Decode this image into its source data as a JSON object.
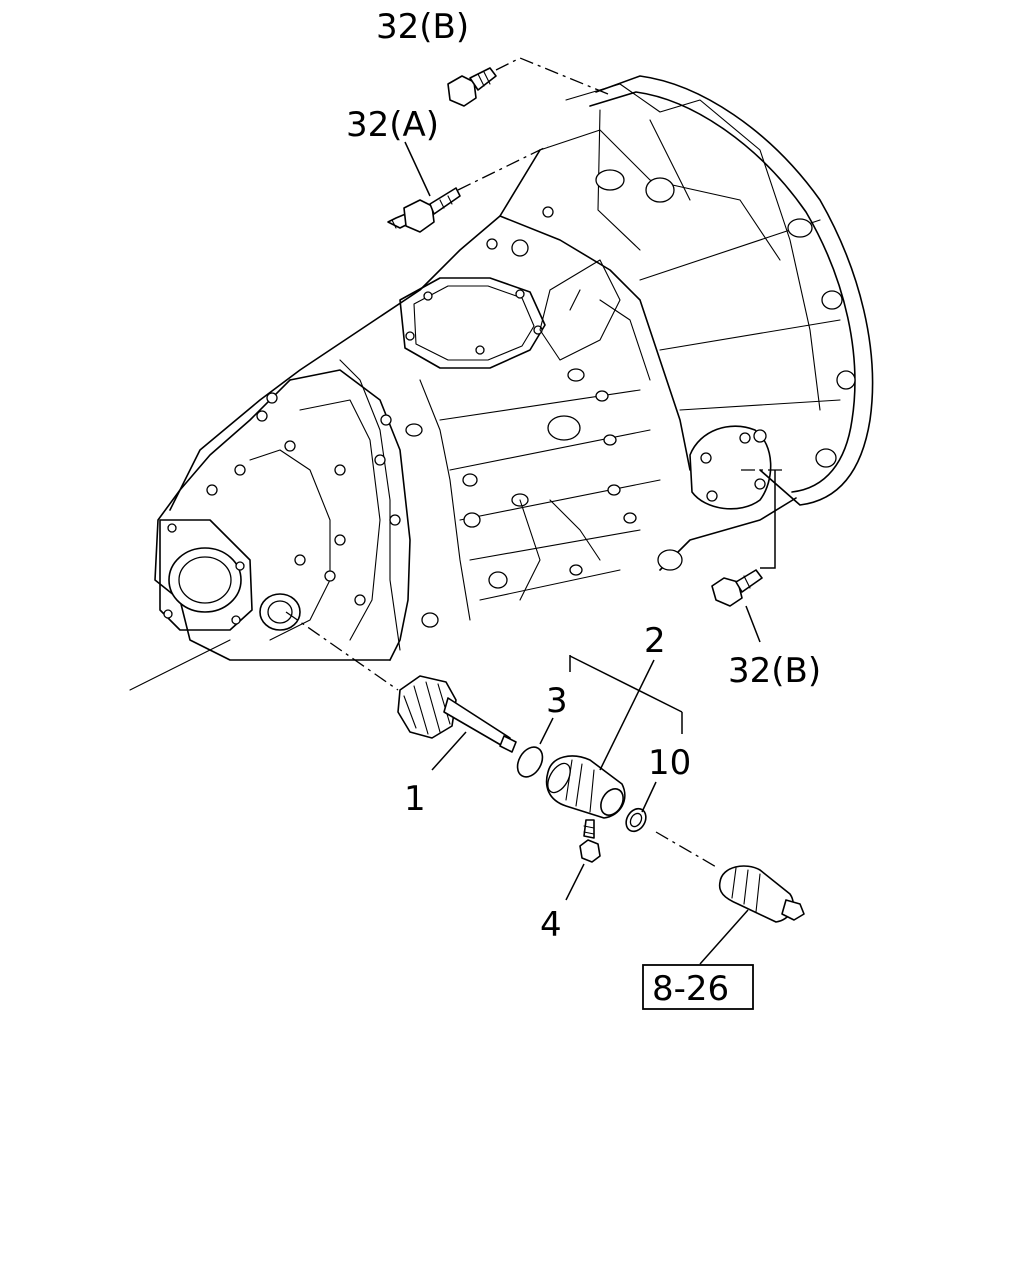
{
  "labels": {
    "bolt_32b_top": "32(B)",
    "stud_32a": "32(A)",
    "bolt_32b_right": "32(B)",
    "part_1": "1",
    "part_2": "2",
    "part_3": "3",
    "part_4": "4",
    "part_10": "10",
    "ref_8_26": "8-26"
  }
}
